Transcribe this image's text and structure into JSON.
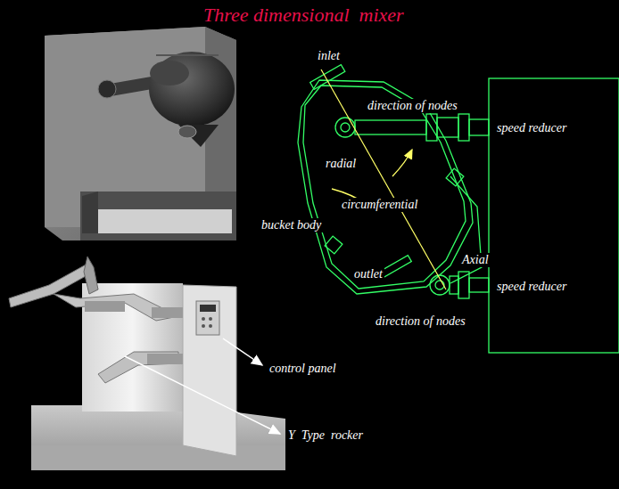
{
  "diagram": {
    "title": "Three dimensional  mixer",
    "labels": [
      "inlet",
      "direction of nodes",
      "speed reducer",
      "radial",
      "circumferential",
      "bucket body",
      "outlet",
      "Axial",
      "speed reducer",
      "direction of nodes",
      "control panel",
      "Y  Type  rocker"
    ]
  }
}
